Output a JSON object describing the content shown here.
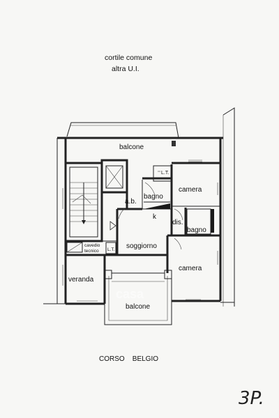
{
  "notes": {
    "courtyard_line1": "cortile comune",
    "courtyard_line2": "altra U.I.",
    "street": "CORSO    BELGIO",
    "floor": "3P."
  },
  "rooms": {
    "balcone_top": "balcone",
    "camera_top": "camera",
    "bagno_left": "bagno",
    "ab": "a.b.",
    "lt_top": "L.T.",
    "k": "k",
    "dis": "dis.",
    "bagno_right": "bagno",
    "cavedio_line1": "cavedio",
    "cavedio_line2": "tecnico",
    "lt_bottom": "L.T.",
    "soggiorno": "soggiorno",
    "camera_bottom": "camera",
    "veranda": "veranda",
    "balcone_bottom": "balcone"
  },
  "watermark": "casa"
}
